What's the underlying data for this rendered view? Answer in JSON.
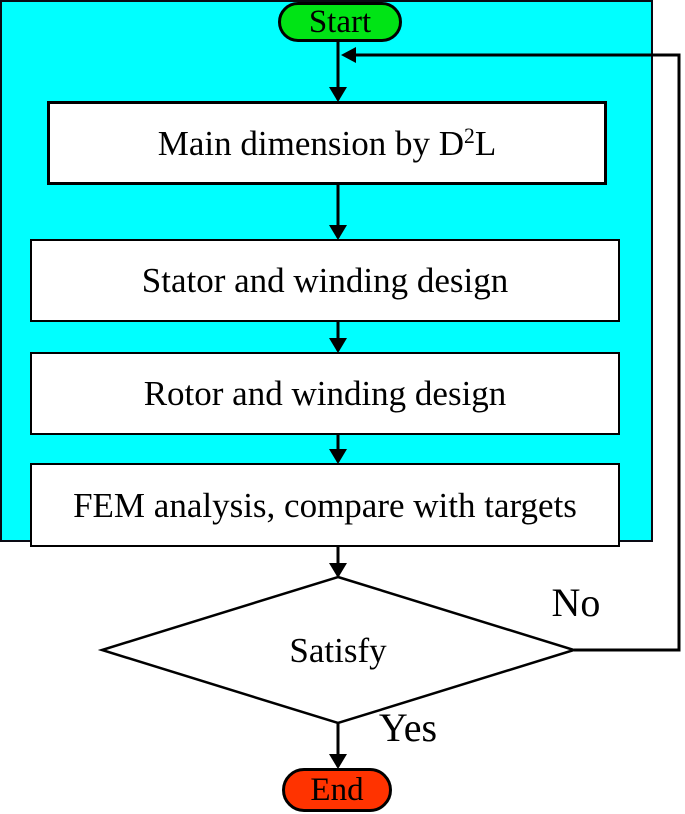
{
  "nodes": {
    "start": {
      "label": "Start",
      "fill": "#00e415"
    },
    "main_dimension": {
      "text": "Main dimension by D",
      "sup": "2",
      "tail": "L"
    },
    "stator": {
      "label": "Stator and winding design"
    },
    "rotor": {
      "label": "Rotor and winding design"
    },
    "fem": {
      "label": "FEM analysis, compare with targets"
    },
    "satisfy": {
      "label": "Satisfy"
    },
    "end": {
      "label": "End",
      "fill": "#ff3300"
    }
  },
  "edge_labels": {
    "no": "No",
    "yes": "Yes"
  },
  "colors": {
    "stage1_band": "#0101f0",
    "stage2_band": "#00ffff",
    "process_box_fill": "#ffffff",
    "start_fill": "#00e415",
    "end_fill": "#ff3300",
    "line": "#000000"
  }
}
